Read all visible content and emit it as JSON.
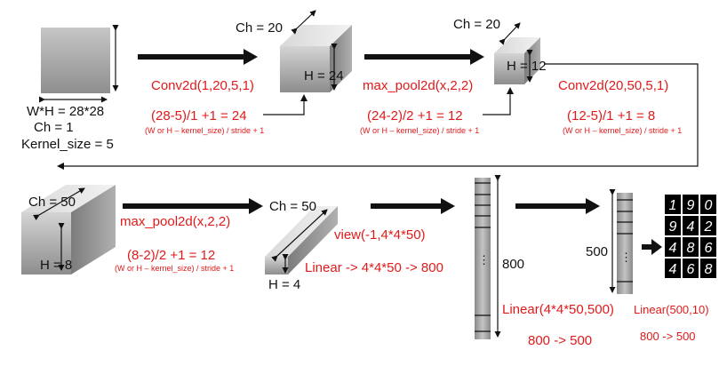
{
  "input": {
    "wh": "W*H = 28*28",
    "ch": "Ch = 1",
    "kernel": "Kernel_size = 5"
  },
  "conv1": {
    "op": "Conv2d(1,20,5,1)",
    "formula": "(28-5)/1 +1 = 24",
    "note": "(W or H – kernel_size) / stride + 1",
    "ch": "Ch = 20",
    "h": "H = 24"
  },
  "pool1": {
    "op": "max_pool2d(x,2,2)",
    "formula": "(24-2)/2 +1 = 12",
    "note": "(W or H – kernel_size) / stride + 1",
    "ch": "Ch = 20",
    "h": "H = 12"
  },
  "conv2": {
    "op": "Conv2d(20,50,5,1)",
    "formula": "(12-5)/1 +1 = 8",
    "note": "(W or H – kernel_size) / stride + 1",
    "ch": "Ch = 50",
    "h": "H = 8"
  },
  "pool2": {
    "op": "max_pool2d(x,2,2)",
    "formula": "(8-2)/2 +1 = 12",
    "note": "(W or H – kernel_size) / stride + 1",
    "ch": "Ch = 50",
    "h": "H = 4"
  },
  "flatten": {
    "view": "view(-1,4*4*50)",
    "linear": "Linear -> 4*4*50 -> 800"
  },
  "fc1": {
    "size": "800",
    "op": "Linear(4*4*50,500)",
    "shape": "800 -> 500",
    "dots": "⋮"
  },
  "fc2": {
    "size": "500",
    "op": "Linear(500,10)",
    "shape": "800 -> 500",
    "dots": "⋮"
  },
  "output": {
    "digits": [
      "1",
      "9",
      "0",
      "9",
      "4",
      "2",
      "4",
      "8",
      "6",
      "4",
      "6",
      "8"
    ]
  },
  "colors": {
    "accent": "#e01a1a",
    "arrow": "#111111",
    "box": "#9a9a9a"
  }
}
